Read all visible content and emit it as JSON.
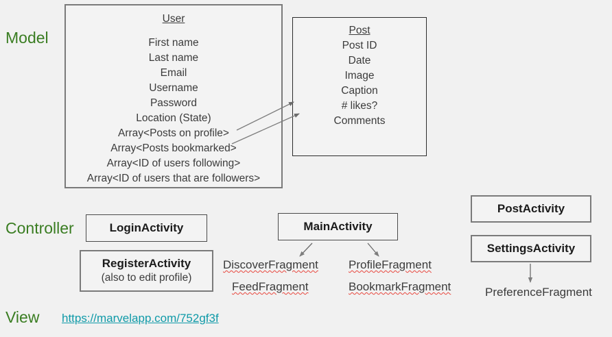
{
  "page": {
    "background_color": "#f1f1f1",
    "accent_green": "#3a7d22",
    "link_color": "#0f9aa8",
    "spellcheck_underline_color": "#e8453c"
  },
  "layers": {
    "model_label": "Model",
    "controller_label": "Controller",
    "view_label": "View"
  },
  "model": {
    "entities": [
      {
        "title": "User",
        "fields": [
          "First name",
          "Last name",
          "Email",
          "Username",
          "Password",
          "Location (State)",
          "Array<Posts on profile>",
          "Array<Posts bookmarked>",
          "Array<ID of users following>",
          "Array<ID of users that are followers>"
        ]
      },
      {
        "title": "Post",
        "fields": [
          "Post ID",
          "Date",
          "Image",
          "Caption",
          "# likes?",
          "Comments"
        ]
      }
    ]
  },
  "controller": {
    "activities": [
      {
        "name": "LoginActivity",
        "sub": ""
      },
      {
        "name": "RegisterActivity",
        "sub": "(also to edit profile)"
      },
      {
        "name": "MainActivity",
        "sub": ""
      },
      {
        "name": "PostActivity",
        "sub": ""
      },
      {
        "name": "SettingsActivity",
        "sub": ""
      }
    ],
    "fragments": [
      "DiscoverFragment",
      "ProfileFragment",
      "FeedFragment",
      "BookmarkFragment",
      "PreferenceFragment"
    ]
  },
  "view": {
    "prototype_link": "https://marvelapp.com/752gf3f"
  }
}
